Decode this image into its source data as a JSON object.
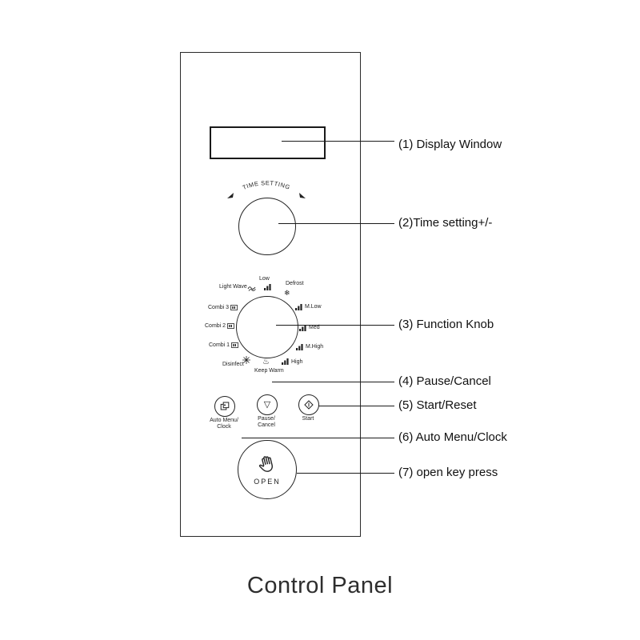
{
  "title": "Control Panel",
  "callouts": [
    {
      "label": "(1) Display Window"
    },
    {
      "label": "(2)Time setting+/-"
    },
    {
      "label": "(3) Function Knob"
    },
    {
      "label": "(4) Pause/Cancel"
    },
    {
      "label": "(5) Start/Reset"
    },
    {
      "label": "(6) Auto Menu/Clock"
    },
    {
      "label": "(7) open key press"
    }
  ],
  "time_knob": {
    "arc_label": "TIME SETTING"
  },
  "function_knob": {
    "low": "Low",
    "defrost": "Defrost",
    "light_wave": "Light Wave",
    "combi3": "Combi 3",
    "combi2": "Combi 2",
    "combi1": "Combi 1",
    "disinfect": "Disinfect",
    "keep_warm": "Keep Warm",
    "high": "High",
    "m_high": "M.High",
    "med": "Med",
    "m_low": "M.Low"
  },
  "buttons": {
    "auto_menu_line1": "Auto Menu/",
    "auto_menu_line2": "Clock",
    "pause_line1": "Pause/",
    "pause_line2": "Cancel",
    "start": "Start",
    "open": "OPEN"
  },
  "icons": {
    "pause_triangle": "▽",
    "defrost_snowflake": "❄",
    "keep_warm_steam": "♨"
  }
}
